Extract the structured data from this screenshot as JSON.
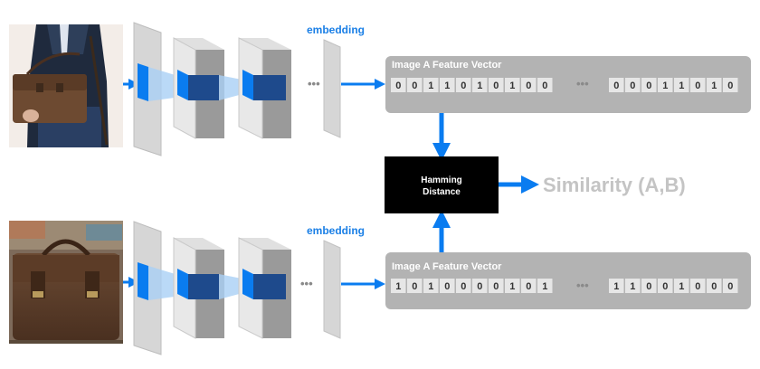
{
  "rows": [
    {
      "photo": "man-holding-leather-briefcase",
      "embedding_label": "embedding",
      "vector_title": "Image A Feature Vector",
      "bits_left": [
        "0",
        "0",
        "1",
        "1",
        "0",
        "1",
        "0",
        "1",
        "0",
        "0"
      ],
      "bits_right": [
        "0",
        "0",
        "0",
        "1",
        "1",
        "0",
        "1",
        "0"
      ],
      "ellipsis": "•••"
    },
    {
      "photo": "brown-leather-satchel",
      "embedding_label": "embedding",
      "vector_title": "Image A Feature Vector",
      "bits_left": [
        "1",
        "0",
        "1",
        "0",
        "0",
        "0",
        "0",
        "1",
        "0",
        "1"
      ],
      "bits_right": [
        "1",
        "1",
        "0",
        "0",
        "1",
        "0",
        "0",
        "0"
      ],
      "ellipsis": "•••"
    }
  ],
  "network_ellipsis": "•••",
  "hamming_label": [
    "Hamming",
    "Distance"
  ],
  "similarity_label": "Similarity (A,B)",
  "colors": {
    "accent_blue": "#0a7cf0",
    "layer_gray": "#d9d9d9",
    "layer_dark": "#9a9a9a",
    "feature_dark_blue": "#1e4a8c",
    "vector_panel": "#b3b3b3",
    "bit_cell": "#e6e6e6",
    "hamming_box": "#000000",
    "similarity_text": "#c4c4c4"
  }
}
